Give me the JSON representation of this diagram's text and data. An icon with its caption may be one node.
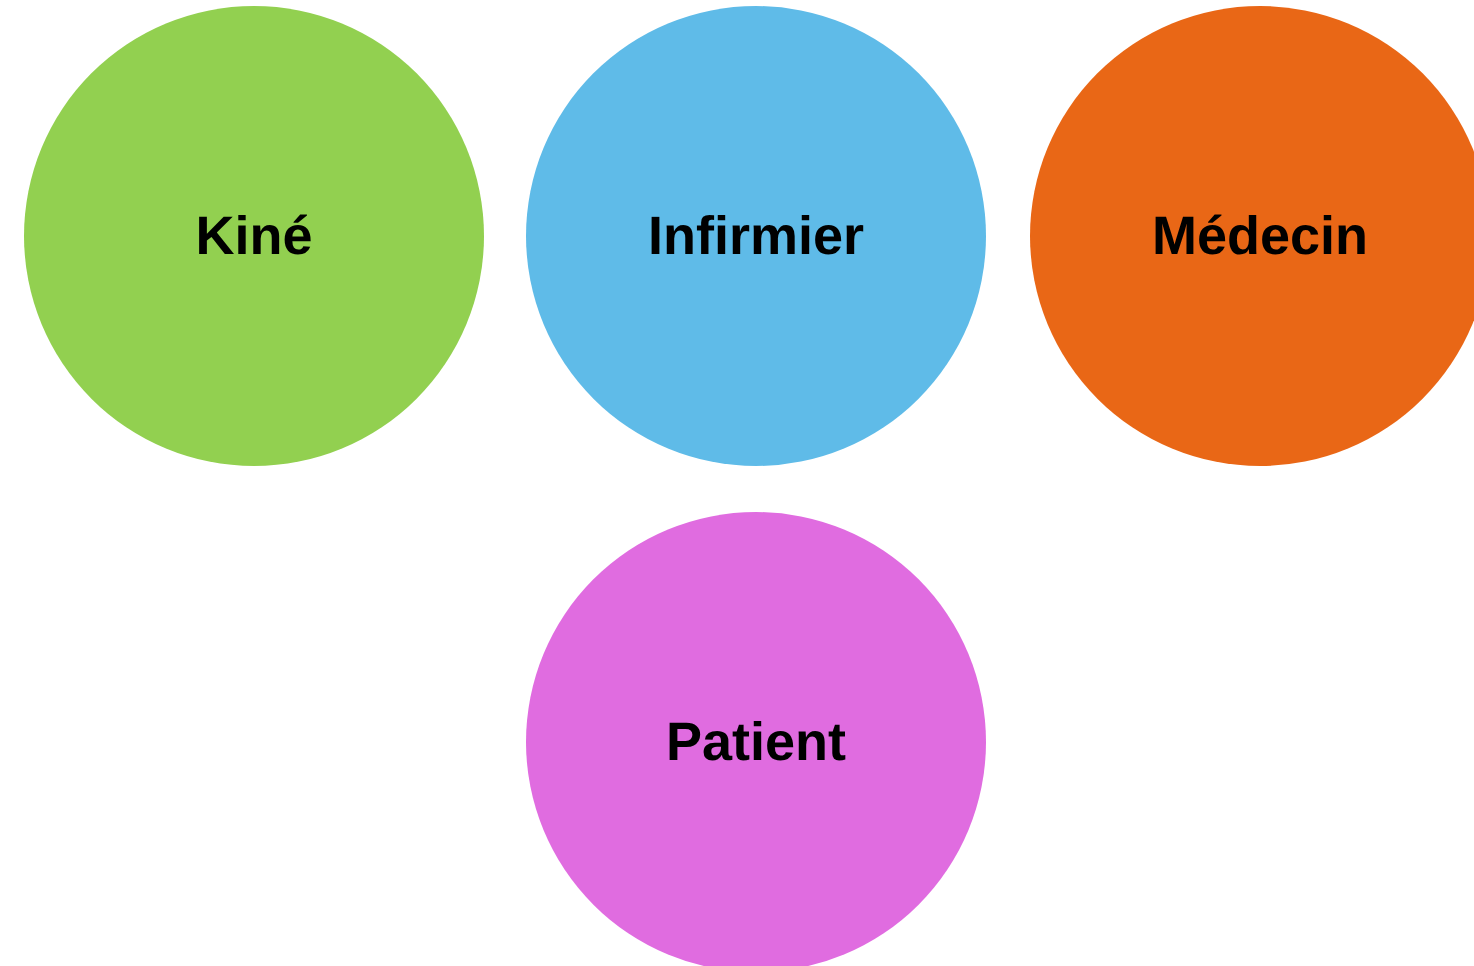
{
  "diagram": {
    "nodes": [
      {
        "text": [
          "Kiné"
        ]
      },
      {
        "text": [
          "Infirmier"
        ]
      },
      {
        "text": [
          "Médecin"
        ]
      },
      {
        "text": [
          "Patient"
        ]
      }
    ]
  }
}
